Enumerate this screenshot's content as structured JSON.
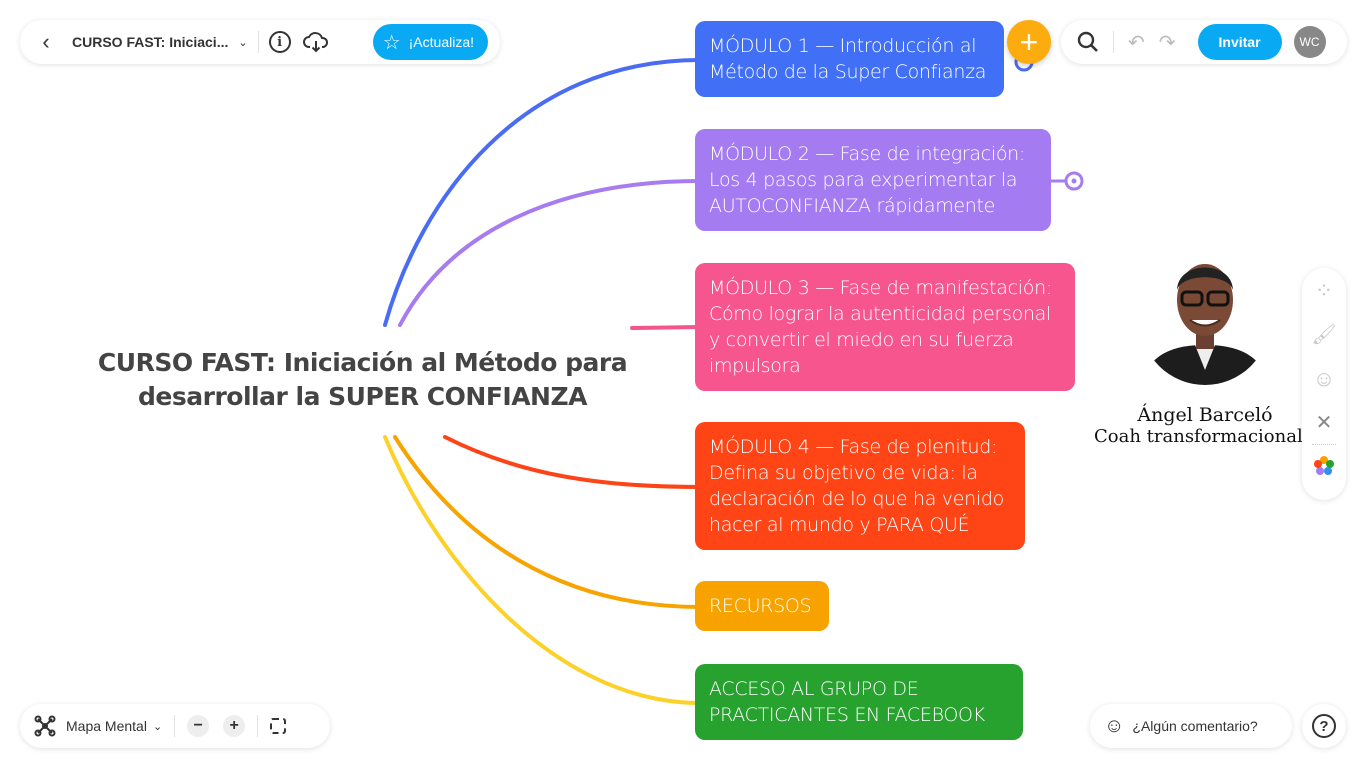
{
  "header": {
    "back_label": "‹",
    "doc_title": "CURSO FAST: Iniciaci...",
    "upgrade_label": "¡Actualiza!",
    "invite_label": "Invitar",
    "avatar_initials": "WC"
  },
  "mindmap": {
    "central": "CURSO FAST: Iniciación al Método para desarrollar la SUPER CONFIANZA",
    "nodes": [
      {
        "text": "MÓDULO 1 — Introducción al Método de la Super Confianza",
        "color": "#4170f6"
      },
      {
        "text": "MÓDULO 2 — Fase de integración: Los 4 pasos para experimentar la AUTOCONFIANZA rápidamente",
        "color": "#a57bf1"
      },
      {
        "text": "MÓDULO 3 — Fase de manifestación: Cómo lograr la autenticidad personal y convertir el miedo en su fuerza impulsora",
        "color": "#f6558e"
      },
      {
        "text": "MÓDULO 4 — Fase de plenitud: Defina su objetivo de vida: la declaración de lo que ha venido hacer al mundo y PARA QUÉ",
        "color": "#ff4416"
      },
      {
        "text": "RECURSOS",
        "color": "#f8a200"
      },
      {
        "text": "ACCESO AL GRUPO DE PRACTICANTES EN FACEBOOK",
        "color": "#27a22e"
      }
    ],
    "profile": {
      "name": "Ángel Barceló",
      "subtitle": "Coah transformacional"
    }
  },
  "footer": {
    "view_label": "Mapa Mental",
    "zoom_out": "−",
    "zoom_in": "+",
    "comment_label": "¿Algún comentario?",
    "help_label": "?"
  }
}
